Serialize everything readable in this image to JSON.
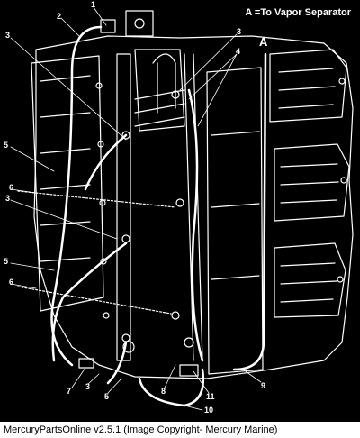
{
  "diagram": {
    "legend": "A =To Vapor Separator",
    "callouts": {
      "c1": "1",
      "c2": "2",
      "c3_top_left": "3",
      "c3_top_right": "3",
      "c3_mid": "3",
      "c3_bottom": "3",
      "c4": "4",
      "c5_top": "5",
      "c5_mid": "5",
      "c5_bottom": "5",
      "c6_top": "6",
      "c6_bottom": "6",
      "c7": "7",
      "c8": "8",
      "c9": "9",
      "c10": "10",
      "c11": "11",
      "cA": "A"
    }
  },
  "footer": {
    "caption": "MercuryPartsOnline v2.5.1 (Image Copyright- Mercury Marine)"
  },
  "colors": {
    "background": "#000000",
    "line_art": "#ffffff",
    "caption_text": "#000000"
  }
}
